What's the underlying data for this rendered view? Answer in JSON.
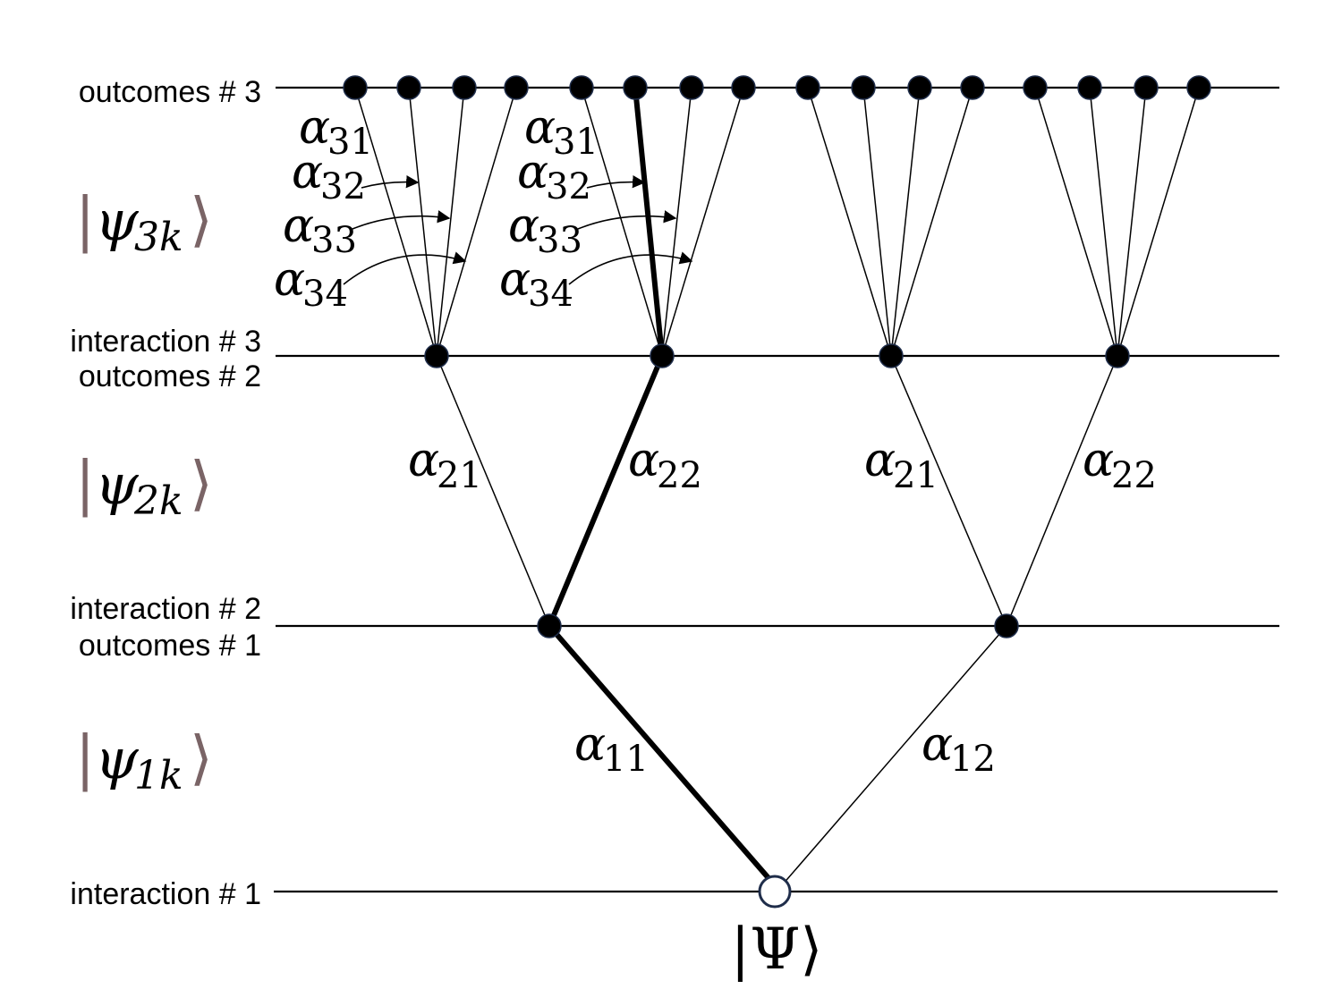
{
  "levels": {
    "outcomes3": "outcomes # 3",
    "interaction3": "interaction # 3",
    "outcomes2": "outcomes # 2",
    "interaction2": "interaction # 2",
    "outcomes1": "outcomes # 1",
    "interaction1": "interaction # 1"
  },
  "states": {
    "psi": "ψ",
    "psi3_sub": "3k",
    "psi2_sub": "2k",
    "psi1_sub": "1k",
    "root_state": "|Ψ⟩"
  },
  "amplitudes": {
    "alpha": "α",
    "a11": "11",
    "a12": "12",
    "a21": "21",
    "a22": "22",
    "a31": "31",
    "a32": "32",
    "a33": "33",
    "a34": "34"
  },
  "colors": {
    "line": "#000000",
    "node": "#000000",
    "bracket": "#7a6466",
    "root_node": "#1f2d4a"
  }
}
